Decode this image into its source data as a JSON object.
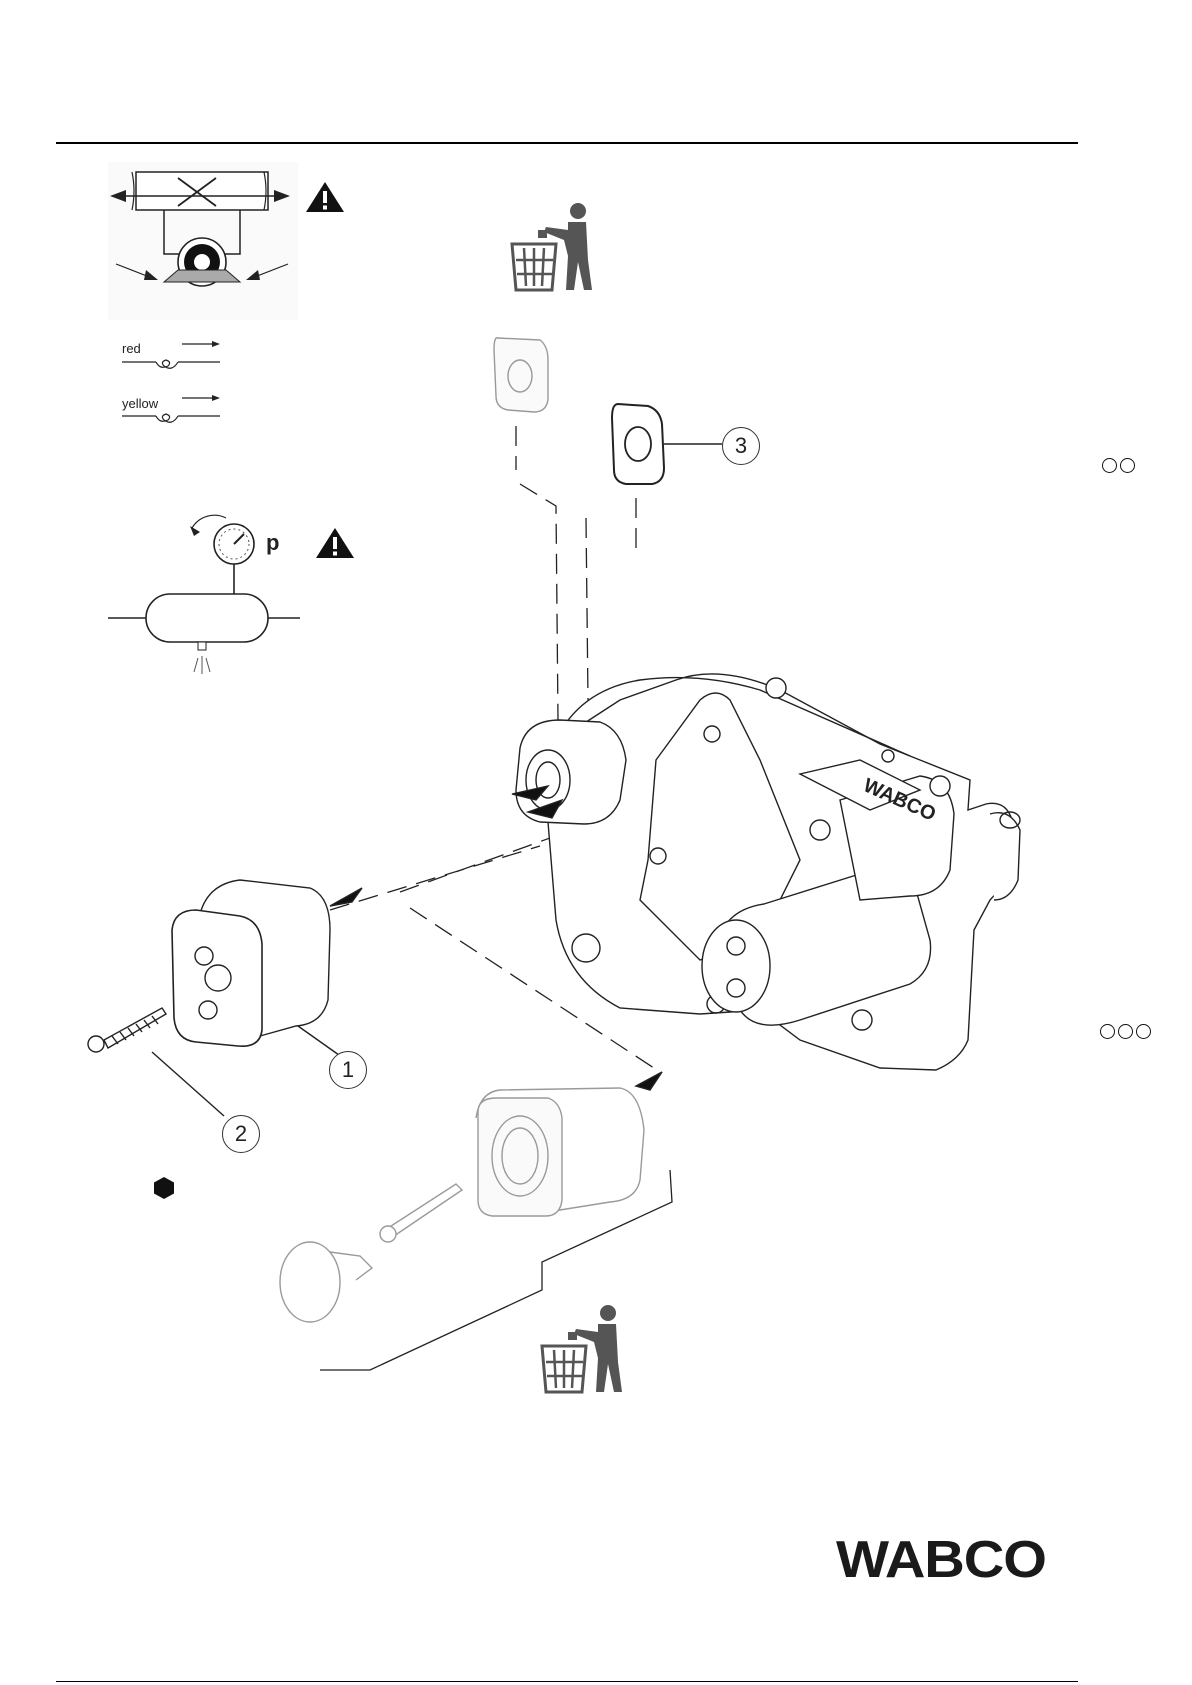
{
  "legend": {
    "red_label": "red",
    "yellow_label": "yellow",
    "pressure_label": "p"
  },
  "callouts": {
    "item1": "1",
    "item2": "2",
    "item3": "3"
  },
  "indicators": {
    "double_circle_count": 2,
    "triple_circle_count": 3
  },
  "brand": {
    "logo_text": "WABCO",
    "housing_text": "WABCO"
  },
  "icons": [
    "warning-icon",
    "recycle-bin-icon",
    "pressure-gauge-icon",
    "hexagon-icon",
    "screw-icon"
  ],
  "colors": {
    "ink": "#1a1a1a",
    "grey_part": "#bdbdbd",
    "paper": "#ffffff"
  }
}
